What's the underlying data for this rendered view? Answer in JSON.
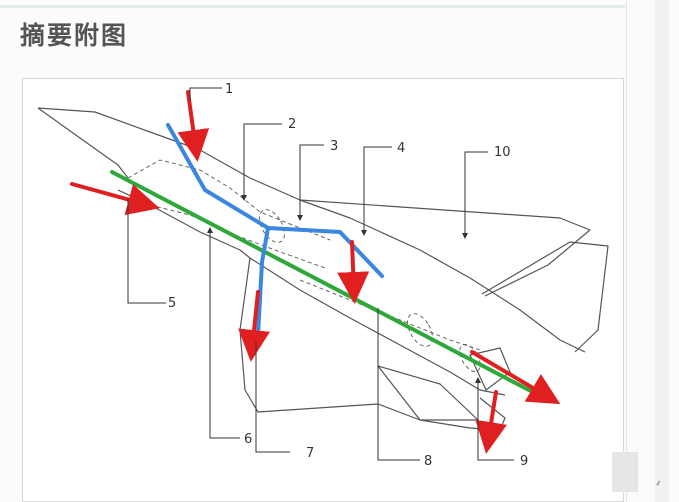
{
  "page": {
    "heading": "摘要附图"
  },
  "figure": {
    "callouts": [
      "1",
      "2",
      "3",
      "4",
      "5",
      "6",
      "7",
      "8",
      "9",
      "10"
    ],
    "colors": {
      "outline": "#555555",
      "red_arrows": "#e02020",
      "blue_ducts": "#3b86e0",
      "green_axis": "#2fa83a"
    }
  }
}
